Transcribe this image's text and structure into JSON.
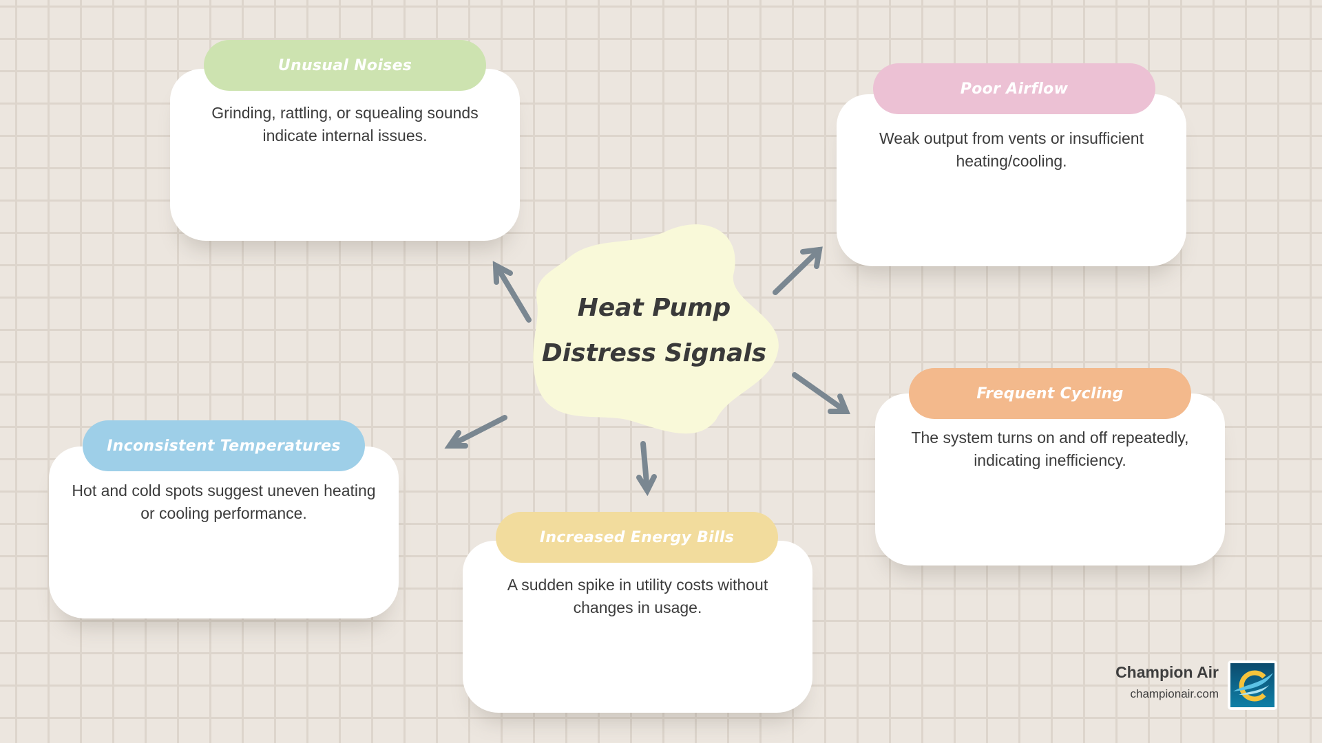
{
  "title": "Heat Pump Distress Signals",
  "title_lines": [
    "Heat Pump",
    "Distress Signals"
  ],
  "colors": {
    "center": "#f9f9d9",
    "arrow": "#7a8791",
    "unusual_noises": "#cde3b0",
    "poor_airflow": "#ecc1d4",
    "frequent_cycling": "#f3b98c",
    "inconsistent_temperatures": "#9ecfe8",
    "increased_energy_bills": "#f2dc9d"
  },
  "signals": [
    {
      "title": "Unusual Noises",
      "text": "Grinding, rattling, or squealing sounds indicate internal issues."
    },
    {
      "title": "Poor Airflow",
      "text": "Weak output from vents or insufficient heating/cooling."
    },
    {
      "title": "Frequent Cycling",
      "text": "The system turns on and off repeatedly, indicating inefficiency."
    },
    {
      "title": "Inconsistent Temperatures",
      "text": "Hot and cold spots suggest uneven heating or cooling performance."
    },
    {
      "title": "Increased Energy Bills",
      "text": "A sudden spike in utility costs without changes in usage."
    }
  ],
  "brand": {
    "name": "Champion Air",
    "url": "championair.com",
    "logo_icon": "champion-air-logo"
  }
}
